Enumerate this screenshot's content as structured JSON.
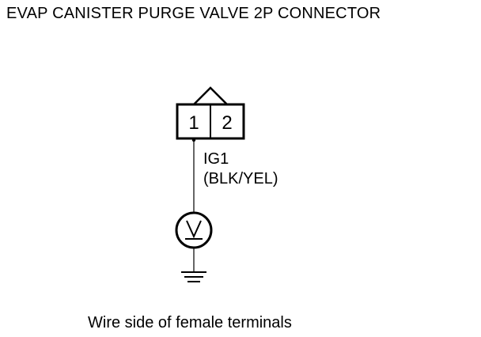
{
  "title": "EVAP CANISTER PURGE VALVE 2P CONNECTOR",
  "connector": {
    "terminals": [
      "1",
      "2"
    ]
  },
  "wire": {
    "signal": "IG1",
    "color": "(BLK/YEL)"
  },
  "caption": "Wire side of female terminals"
}
